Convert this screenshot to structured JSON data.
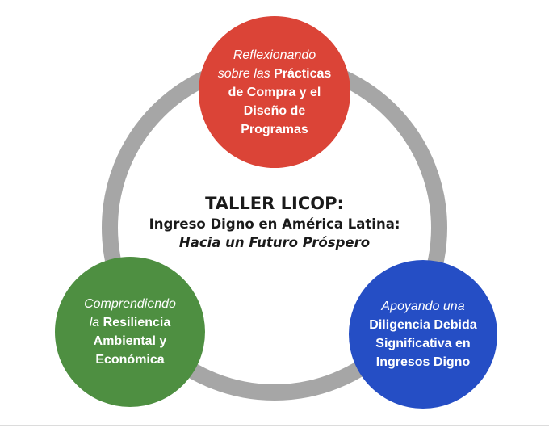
{
  "center": {
    "title": "TALLER LICOP:",
    "line1": "Ingreso Digno en América Latina:",
    "line2": "Hacia un Futuro Próspero"
  },
  "nodes": {
    "top": {
      "italic_1": "Reflexionando",
      "italic_2": "sobre las ",
      "bold_2": "Prácticas",
      "bold_3": "de Compra y el",
      "bold_4": "Diseño de",
      "bold_5": "Programas",
      "color": "#db4437"
    },
    "left": {
      "italic_1": "Comprendiendo",
      "italic_2": "la ",
      "bold_2": "Resiliencia",
      "bold_3": "Ambiental y",
      "bold_4": "Económica",
      "color": "#4e8f41"
    },
    "right": {
      "italic_1": "Apoyando una",
      "bold_2": "Diligencia Debida",
      "bold_3": "Significativa en",
      "bold_4": "Ingresos Digno",
      "color": "#254ec5"
    }
  },
  "ring": {
    "color": "#a6a6a6"
  }
}
